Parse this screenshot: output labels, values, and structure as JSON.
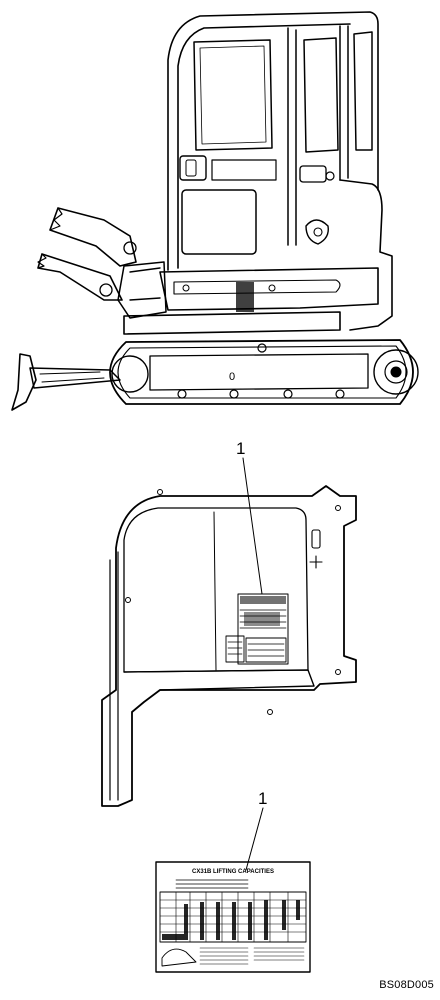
{
  "callouts": {
    "upper": "1",
    "lower": "1"
  },
  "decal": {
    "title": "CX31B LIFTING CAPACITIES"
  },
  "track_marker": "0",
  "figure_code": "BS08D005"
}
